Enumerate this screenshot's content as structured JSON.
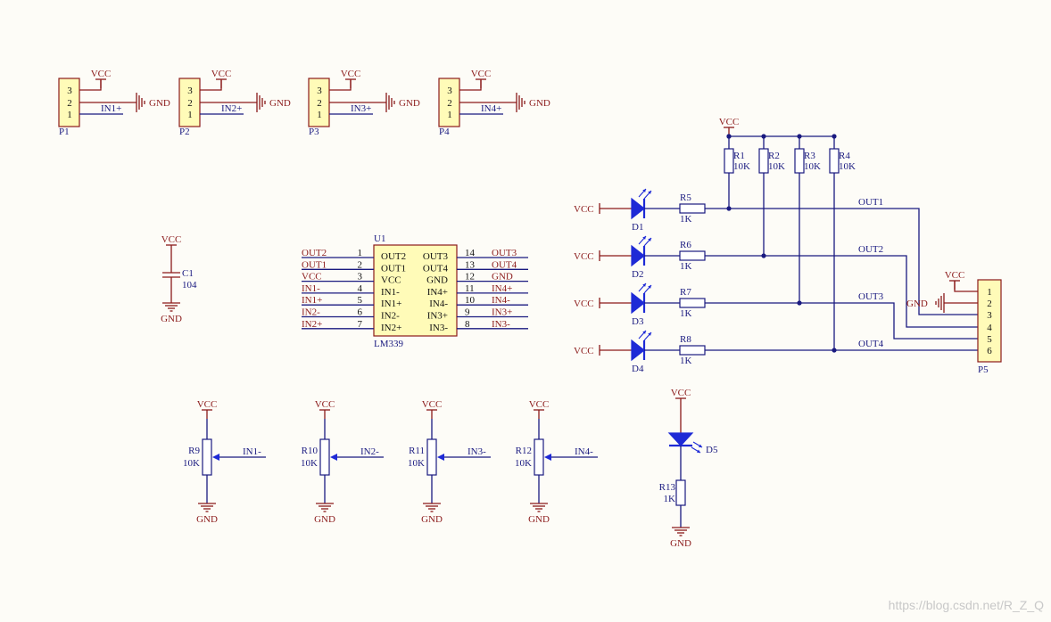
{
  "connectors": [
    {
      "ref": "P1",
      "pins": [
        "3",
        "2",
        "1"
      ],
      "vcc": "VCC",
      "gnd": "GND",
      "net": "IN1+"
    },
    {
      "ref": "P2",
      "pins": [
        "3",
        "2",
        "1"
      ],
      "vcc": "VCC",
      "gnd": "GND",
      "net": "IN2+"
    },
    {
      "ref": "P3",
      "pins": [
        "3",
        "2",
        "1"
      ],
      "vcc": "VCC",
      "gnd": "GND",
      "net": "IN3+"
    },
    {
      "ref": "P4",
      "pins": [
        "3",
        "2",
        "1"
      ],
      "vcc": "VCC",
      "gnd": "GND",
      "net": "IN4+"
    }
  ],
  "capacitor": {
    "ref": "C1",
    "value": "104",
    "vcc": "VCC",
    "gnd": "GND"
  },
  "ic": {
    "ref": "U1",
    "part": "LM339",
    "left_pins": [
      {
        "num": "1",
        "name": "OUT2",
        "net": "OUT2"
      },
      {
        "num": "2",
        "name": "OUT1",
        "net": "OUT1"
      },
      {
        "num": "3",
        "name": "VCC",
        "net": "VCC"
      },
      {
        "num": "4",
        "name": "IN1-",
        "net": "IN1-"
      },
      {
        "num": "5",
        "name": "IN1+",
        "net": "IN1+"
      },
      {
        "num": "6",
        "name": "IN2-",
        "net": "IN2-"
      },
      {
        "num": "7",
        "name": "IN2+",
        "net": "IN2+"
      }
    ],
    "right_pins": [
      {
        "num": "14",
        "name": "OUT3",
        "net": "OUT3"
      },
      {
        "num": "13",
        "name": "OUT4",
        "net": "OUT4"
      },
      {
        "num": "12",
        "name": "GND",
        "net": "GND"
      },
      {
        "num": "11",
        "name": "IN4+",
        "net": "IN4+"
      },
      {
        "num": "10",
        "name": "IN4-",
        "net": "IN4-"
      },
      {
        "num": "9",
        "name": "IN3+",
        "net": "IN3+"
      },
      {
        "num": "8",
        "name": "IN3-",
        "net": "IN3-"
      }
    ]
  },
  "pullups": {
    "vcc": "VCC",
    "resistors": [
      {
        "ref": "R1",
        "value": "10K"
      },
      {
        "ref": "R2",
        "value": "10K"
      },
      {
        "ref": "R3",
        "value": "10K"
      },
      {
        "ref": "R4",
        "value": "10K"
      }
    ]
  },
  "led_rows": [
    {
      "vcc": "VCC",
      "led": "D1",
      "res": "R5",
      "value": "1K",
      "net": "OUT1"
    },
    {
      "vcc": "VCC",
      "led": "D2",
      "res": "R6",
      "value": "1K",
      "net": "OUT2"
    },
    {
      "vcc": "VCC",
      "led": "D3",
      "res": "R7",
      "value": "1K",
      "net": "OUT3"
    },
    {
      "vcc": "VCC",
      "led": "D4",
      "res": "R8",
      "value": "1K",
      "net": "OUT4"
    }
  ],
  "header": {
    "ref": "P5",
    "vcc": "VCC",
    "gnd": "GND",
    "pins": [
      "1",
      "2",
      "3",
      "4",
      "5",
      "6"
    ]
  },
  "pots": [
    {
      "ref": "R9",
      "value": "10K",
      "vcc": "VCC",
      "gnd": "GND",
      "net": "IN1-"
    },
    {
      "ref": "R10",
      "value": "10K",
      "vcc": "VCC",
      "gnd": "GND",
      "net": "IN2-"
    },
    {
      "ref": "R11",
      "value": "10K",
      "vcc": "VCC",
      "gnd": "GND",
      "net": "IN3-"
    },
    {
      "ref": "R12",
      "value": "10K",
      "vcc": "VCC",
      "gnd": "GND",
      "net": "IN4-"
    }
  ],
  "power_led": {
    "vcc": "VCC",
    "led": "D5",
    "res": "R13",
    "value": "1K",
    "gnd": "GND"
  },
  "watermark": "https://blog.csdn.net/R_Z_Q"
}
